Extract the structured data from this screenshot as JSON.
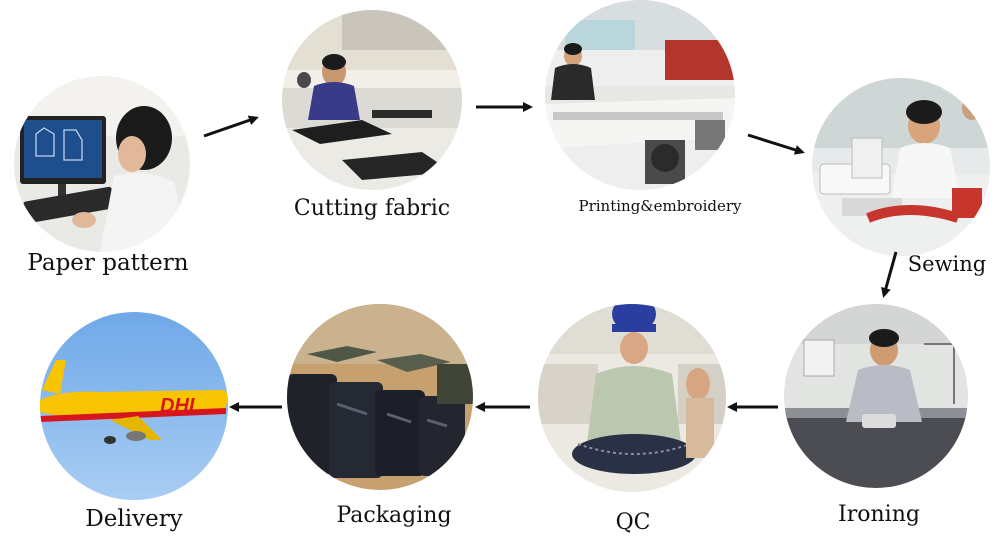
{
  "steps": [
    {
      "label": "Paper pattern"
    },
    {
      "label": "Cutting fabric"
    },
    {
      "label": "Printing&embroidery"
    },
    {
      "label": "Sewing"
    },
    {
      "label": "Ironing"
    },
    {
      "label": "QC"
    },
    {
      "label": "Packaging"
    },
    {
      "label": "Delivery"
    }
  ],
  "plane_logo": "DHL"
}
